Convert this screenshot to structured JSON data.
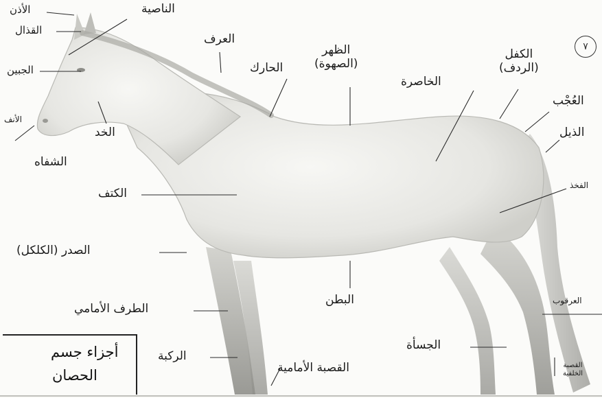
{
  "title": {
    "line1": "أجزاء جسم",
    "line2": "الحصان"
  },
  "page_mark": "٧",
  "labels": {
    "ear": "الأذن",
    "forelock": "الناصية",
    "poll": "القذال",
    "forehead": "الجبين",
    "nose": "الأنف",
    "cheek": "الخد",
    "lips": "الشفاه",
    "mane": "العرف",
    "withers": "الحارك",
    "back_line1": "الظهر",
    "back_line2": "(الصهوة)",
    "flank": "الخاصرة",
    "croup_line1": "الكفل",
    "croup_line2": "(الردف)",
    "dock": "العُجْب",
    "tail": "الذيل",
    "thigh": "الفخذ",
    "shoulder": "الكتف",
    "chest": "الصدر (الكلكل)",
    "foreleg": "الطرف الأمامي",
    "belly": "البطن",
    "hock": "العرقوب",
    "knee": "الركبة",
    "fetlock": "الجسأة",
    "front_cannon": "القصبة الأمامية",
    "hind_cannon_line1": "القصبة",
    "hind_cannon_line2": "الخلفية"
  }
}
